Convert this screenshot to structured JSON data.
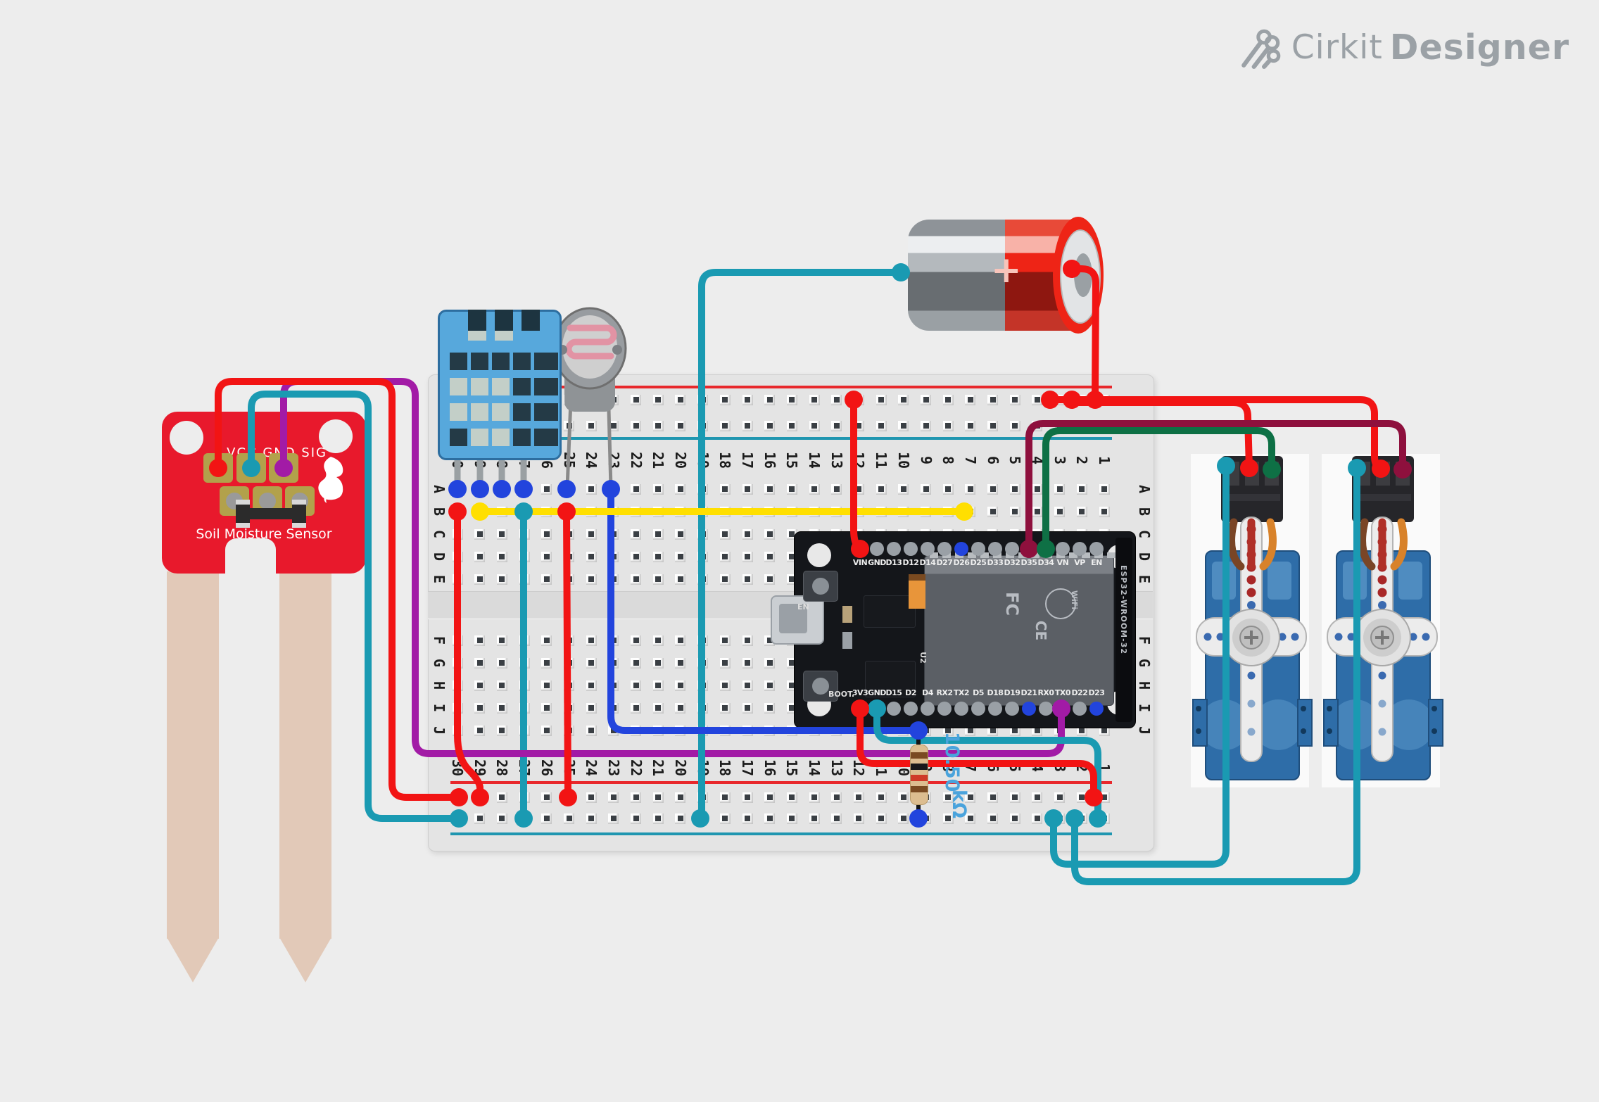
{
  "palette": {
    "wire_red": "#f21414",
    "wire_teal": "#1a9ab2",
    "wire_yellow": "#ffdf00",
    "wire_purple": "#a21ba6",
    "wire_blue": "#2244dd",
    "wire_maroon": "#8e103d",
    "wire_green": "#0e7045",
    "leg_gray": "#9aa0a3",
    "rail_red": "#e8282c",
    "rail_blue": "#2096b0",
    "dot_gray": "#9aa0a6"
  },
  "logo": {
    "brand": "Cirkit",
    "product": "Designer"
  },
  "breadboard": {
    "columns": [
      "30",
      "29",
      "28",
      "27",
      "26",
      "25",
      "24",
      "23",
      "22",
      "21",
      "20",
      "19",
      "18",
      "17",
      "16",
      "15",
      "14",
      "13",
      "12",
      "11",
      "10",
      "9",
      "8",
      "7",
      "6",
      "5",
      "4",
      "3",
      "2",
      "1"
    ],
    "rows_top": [
      "A",
      "B",
      "C",
      "D",
      "E"
    ],
    "rows_bottom": [
      "F",
      "G",
      "H",
      "I",
      "J"
    ]
  },
  "soil_sensor": {
    "pin_labels": "VCC GND SIG",
    "title": "Soil Moisture Sensor"
  },
  "esp32": {
    "top_pins": [
      "VIN",
      "GND",
      "D13",
      "D12",
      "D14",
      "D27",
      "D26",
      "D25",
      "D33",
      "D32",
      "D35",
      "D34",
      "VN",
      "VP",
      "EN"
    ],
    "bottom_pins": [
      "3V3",
      "GND",
      "D15",
      "D2",
      "D4",
      "RX2",
      "TX2",
      "D5",
      "D18",
      "D19",
      "D21",
      "RX0",
      "TX0",
      "D22",
      "D23"
    ],
    "top_dot_overrides": {
      "0": "wire_red",
      "6": "wire_blue",
      "10": "wire_maroon",
      "11": "wire_green"
    },
    "bottom_dot_overrides": {
      "0": "wire_red",
      "1": "wire_teal",
      "10": "wire_blue",
      "12": "wire_purple",
      "14": "wire_blue"
    },
    "boot_label": "BOOT.",
    "en_label": "EN",
    "u2_label": "U2",
    "module_label": "ESP32-WROOM-32",
    "fcc_label": "FC",
    "ce_label": "CE",
    "wifi_label": "WiFi"
  },
  "resistor": {
    "value": "10.50",
    "unit": "kΩ"
  },
  "battery": {
    "plus_label": "+"
  }
}
